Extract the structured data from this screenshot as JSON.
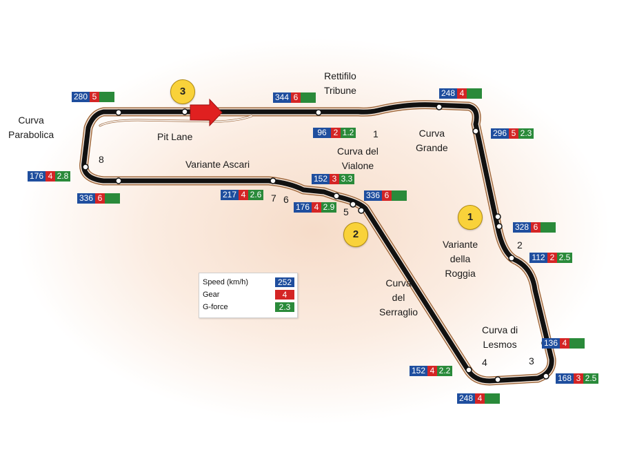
{
  "colors": {
    "speed": "#1f4e9e",
    "gear": "#d42525",
    "gforce": "#2a8a3a",
    "track": "#111111",
    "track_edge": "#a06a3f",
    "marker": "#f9d23a",
    "arrow": "#e02020"
  },
  "corner_names": {
    "rettifilo": [
      "Rettifilo",
      "Tribune"
    ],
    "grande": [
      "Curva",
      "Grande"
    ],
    "vialone": [
      "Curva del",
      "Vialone"
    ],
    "parabolica": [
      "Curva",
      "Parabolica"
    ],
    "pitlane": "Pit Lane",
    "ascari": "Variante Ascari",
    "roggia": [
      "Variante",
      "della",
      "Roggia"
    ],
    "serraglio": [
      "Curva",
      "del",
      "Serraglio"
    ],
    "lesmos": [
      "Curva di",
      "Lesmos"
    ]
  },
  "corner_numbers": [
    "1",
    "2",
    "3",
    "4",
    "5",
    "6",
    "7",
    "8"
  ],
  "markers": [
    "1",
    "2",
    "3"
  ],
  "telemetry": [
    {
      "speed": "280",
      "gear": "5",
      "gforce": ""
    },
    {
      "speed": "344",
      "gear": "6",
      "gforce": ""
    },
    {
      "speed": "248",
      "gear": "4",
      "gforce": ""
    },
    {
      "speed": "96",
      "gear": "2",
      "gforce": "1.2"
    },
    {
      "speed": "296",
      "gear": "5",
      "gforce": "2.3"
    },
    {
      "speed": "176",
      "gear": "4",
      "gforce": "2.8"
    },
    {
      "speed": "336",
      "gear": "6",
      "gforce": ""
    },
    {
      "speed": "152",
      "gear": "3",
      "gforce": "3.3"
    },
    {
      "speed": "217",
      "gear": "4",
      "gforce": "2.6"
    },
    {
      "speed": "336",
      "gear": "6",
      "gforce": ""
    },
    {
      "speed": "176",
      "gear": "4",
      "gforce": "2.9"
    },
    {
      "speed": "328",
      "gear": "6",
      "gforce": ""
    },
    {
      "speed": "112",
      "gear": "2",
      "gforce": "2.5"
    },
    {
      "speed": "136",
      "gear": "4",
      "gforce": ""
    },
    {
      "speed": "152",
      "gear": "4",
      "gforce": "2.2"
    },
    {
      "speed": "168",
      "gear": "3",
      "gforce": "2.5"
    },
    {
      "speed": "248",
      "gear": "4",
      "gforce": ""
    }
  ],
  "legend": {
    "speed_label": "Speed (km/h)",
    "speed_value": "252",
    "gear_label": "Gear",
    "gear_value": "4",
    "gforce_label": "G-force",
    "gforce_value": "2.3"
  }
}
